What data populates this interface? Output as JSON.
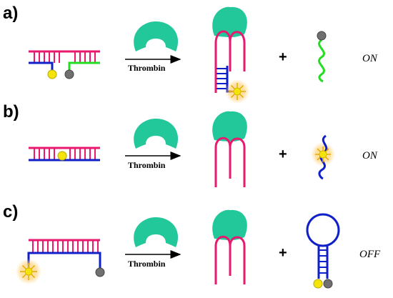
{
  "panels": [
    {
      "label": "a)",
      "arrow_label": "Thrombin",
      "plus": "+",
      "state": "ON"
    },
    {
      "label": "b)",
      "arrow_label": "Thrombin",
      "plus": "+",
      "state": "ON"
    },
    {
      "label": "c)",
      "arrow_label": "Thrombin",
      "plus": "+",
      "state": "OFF"
    }
  ],
  "colors": {
    "aptamer_strand": "#e8196e",
    "probe_strand": "#1020c8",
    "quencher_strand": "#22dd22",
    "thrombin": "#22c79a",
    "fluorophore": "#f5e40a",
    "quencher": "#707070",
    "glow": "#ffcf70"
  }
}
